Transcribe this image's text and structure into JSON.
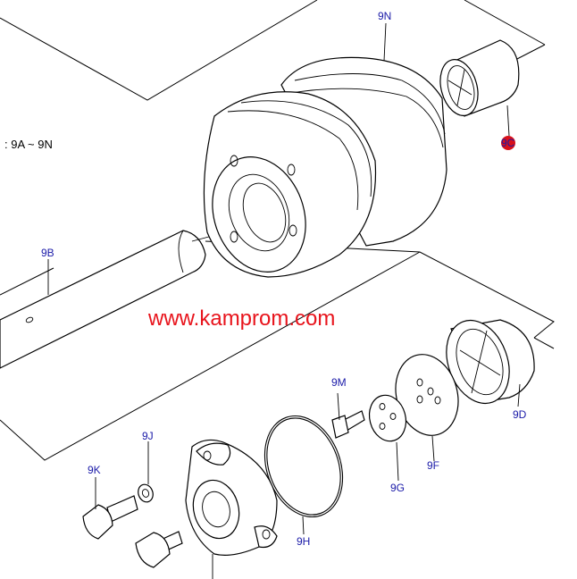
{
  "note": ": 9A ~ 9N",
  "watermark": "www.kamprom.com",
  "colors": {
    "label": "#1a1aa8",
    "watermark": "#e8141c",
    "highlight": "#d8101a"
  },
  "labels": {
    "l9N": "9N",
    "l9C": "9C",
    "l9B": "9B",
    "l9M": "9M",
    "l9D": "9D",
    "l9J": "9J",
    "l9K": "9K",
    "l9F": "9F",
    "l9G": "9G",
    "l9H": "9H"
  }
}
